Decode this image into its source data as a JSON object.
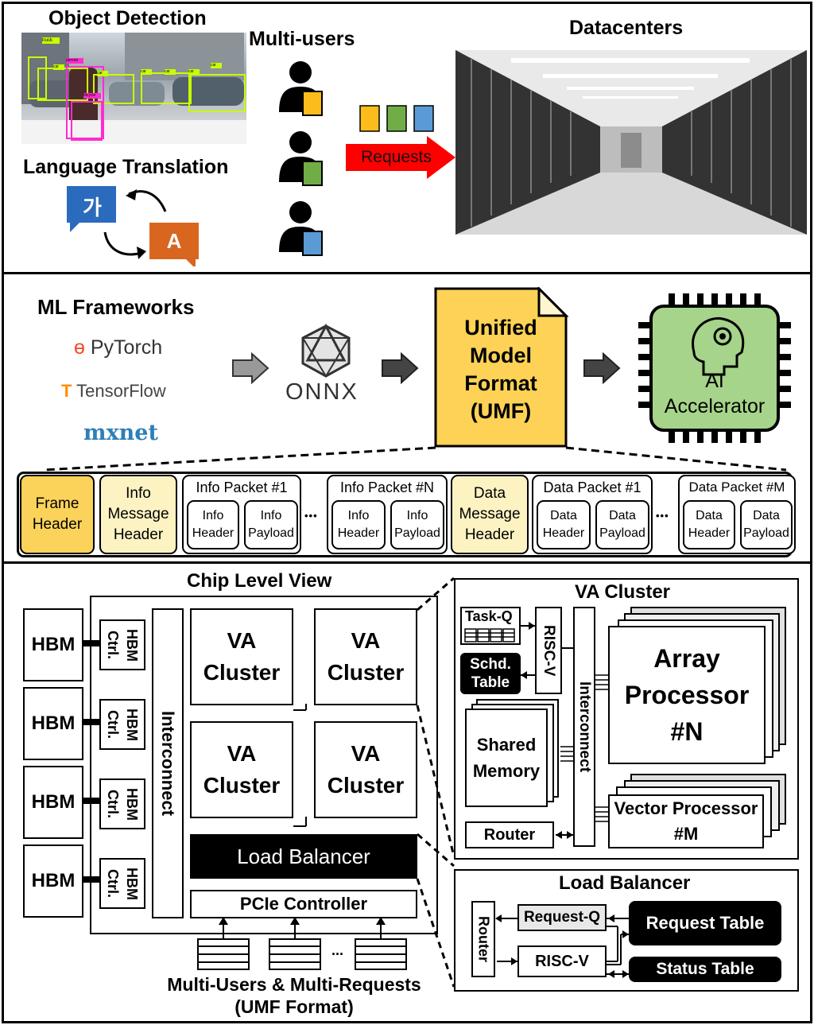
{
  "colors": {
    "umf_yellow": "#fed256",
    "header_light": "#fdf2c2",
    "header_strong": "#fbd25a",
    "accelerator_green": "#a6d48a",
    "request_red": "#ff0000",
    "file_yellow": "#fcbc1c",
    "file_green": "#70ad47",
    "file_blue": "#5b9bd5",
    "kr_blue": "#2b6bbd",
    "en_orange": "#d9661f"
  },
  "panel1": {
    "object_detection": "Object Detection",
    "detection_labels": [
      "truck",
      "car",
      "car",
      "car",
      "car",
      "car",
      "car",
      "person",
      "bicycle"
    ],
    "language_translation": "Language Translation",
    "kr_glyph": "가",
    "en_glyph": "A",
    "multi_users": "Multi-users",
    "requests": "Requests",
    "datacenters": "Datacenters"
  },
  "panel2": {
    "ml_frameworks": "ML Frameworks",
    "frameworks": [
      "PyTorch",
      "TensorFlow",
      "mxnet"
    ],
    "onnx": "ONNX",
    "umf": [
      "Unified",
      "Model",
      "Format",
      "(UMF)"
    ],
    "ai": "AI",
    "accelerator": "Accelerator",
    "frame_header": [
      "Frame",
      "Header"
    ],
    "info_message_header": [
      "Info",
      "Message",
      "Header"
    ],
    "info_packet_1": "Info Packet #1",
    "info_packet_n": "Info Packet #N",
    "data_message_header": [
      "Data",
      "Message",
      "Header"
    ],
    "data_packet_1": "Data Packet #1",
    "data_packet_m": "Data Packet #M",
    "info_header": [
      "Info",
      "Header"
    ],
    "info_payload": [
      "Info",
      "Payload"
    ],
    "data_header": [
      "Data",
      "Header"
    ],
    "data_payload": [
      "Data",
      "Payload"
    ],
    "ellipsis": "•••"
  },
  "panel3": {
    "chip_level_view": "Chip Level View",
    "hbm": "HBM",
    "hbm_ctrl": "HBM Ctrl.",
    "interconnect": "Interconnect",
    "va_cluster": [
      "VA",
      "Cluster"
    ],
    "load_balancer": "Load Balancer",
    "pcie_controller": "PCIe Controller",
    "multi_users_requests": "Multi-Users & Multi-Requests",
    "umf_format": "(UMF Format)",
    "dots": "...",
    "va_cluster_title": "VA Cluster",
    "task_q": "Task-Q",
    "risc_v": "RISC-V",
    "schd_table": [
      "Schd.",
      "Table"
    ],
    "shared_memory": [
      "Shared",
      "Memory"
    ],
    "array_processor": [
      "Array",
      "Processor",
      "#N"
    ],
    "vector_processor": [
      "Vector Processor",
      "#M"
    ],
    "router": "Router",
    "load_balancer_title": "Load Balancer",
    "request_q": "Request-Q",
    "request_table": "Request Table",
    "status_table": "Status Table"
  }
}
